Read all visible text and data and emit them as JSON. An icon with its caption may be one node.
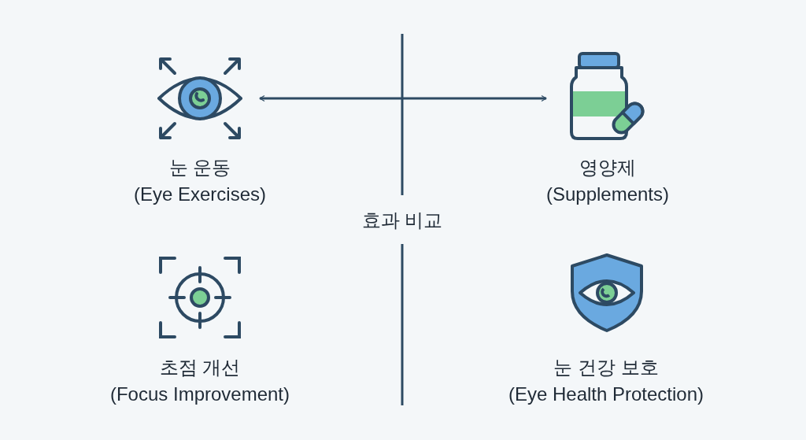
{
  "diagram": {
    "nodes": [
      {
        "text": [],
        "shape": "eye",
        "beside": [
          "눈 운동",
          "(Eye Exercises)"
        ]
      },
      {
        "text": [],
        "shape": "bottle",
        "beside": [
          "영양제",
          "(Supplements)"
        ]
      }
    ],
    "edges": [
      {
        "from": 0,
        "to": 1,
        "arrow": "both"
      }
    ],
    "labels": [
      "효과 비교",
      "초점 개선",
      "(Focus Improvement)",
      "눈 건강 보호",
      "(Eye Health Protection)"
    ]
  }
}
